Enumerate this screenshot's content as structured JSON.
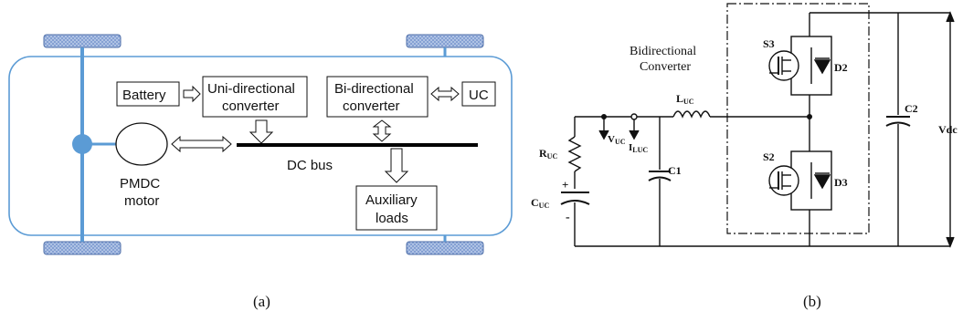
{
  "panel_a": {
    "caption": "(a)",
    "battery": "Battery",
    "uni_line1": "Uni-directional",
    "uni_line2": "converter",
    "bi_line1": "Bi-directional",
    "bi_line2": "converter",
    "uc": "UC",
    "dc_bus": "DC bus",
    "motor_line1": "PMDC",
    "motor_line2": "motor",
    "aux_line1": "Auxiliary",
    "aux_line2": "loads"
  },
  "panel_b": {
    "caption": "(b)",
    "bidir_line1": "Bidirectional",
    "bidir_line2": "Converter",
    "s3": "S3",
    "d2": "D2",
    "s2": "S2",
    "d3": "D3",
    "c2": "C2",
    "c1": "C1",
    "vdc": "Vdc",
    "luc_main": "L",
    "luc_sub": "UC",
    "vuc_main": "V",
    "vuc_sub": "UC",
    "iluc_main": "I",
    "iluc_sub": "LUC",
    "ruc_main": "R",
    "ruc_sub": "UC",
    "cuc_main": "C",
    "cuc_sub": "UC",
    "plus": "+",
    "minus": "-"
  },
  "colors": {
    "wheel": "#6f8fc4",
    "frame": "#5b9bd5",
    "line": "#111111"
  }
}
